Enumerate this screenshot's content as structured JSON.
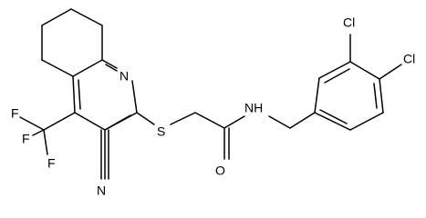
{
  "atoms": {
    "n_ring": "N",
    "s_thio": "S",
    "o_carbonyl": "O",
    "nh_amide": "NH",
    "cl_top": "Cl",
    "cl_right": "Cl",
    "f_top": "F",
    "f_left": "F",
    "f_bottom": "F",
    "n_nitrile": "N"
  }
}
